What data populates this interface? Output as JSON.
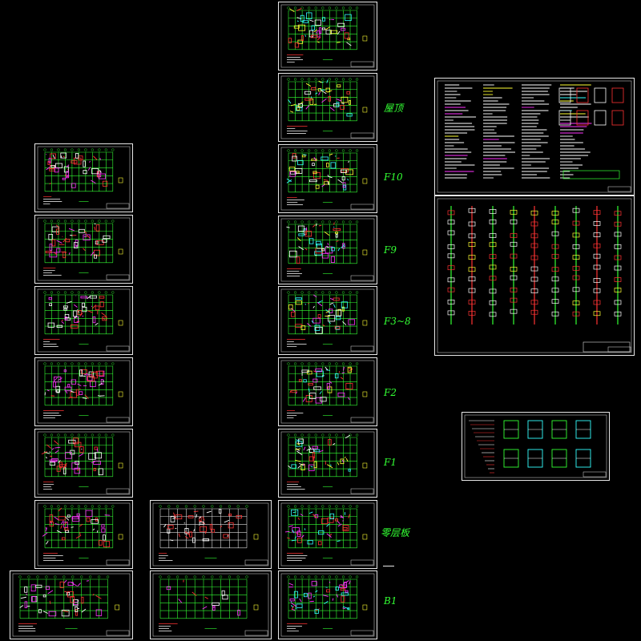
{
  "colors": {
    "background": "#000000",
    "frame": "#e8e8e8",
    "grid": "#33ff33",
    "wall": "#ff33ff",
    "beam": "#ff3333",
    "text": "#ffffff",
    "accent_yellow": "#ffff33",
    "accent_cyan": "#33ffff",
    "label": "#33ff33"
  },
  "floor_labels": {
    "roof": "屋顶",
    "f10": "F10",
    "f9": "F9",
    "f3_8": "F3~8",
    "f2": "F2",
    "f1": "F1",
    "ground_slab": "零层板",
    "b1": "B1"
  },
  "sheets": {
    "col1": [
      {
        "id": "c1-1"
      },
      {
        "id": "c1-2"
      },
      {
        "id": "c1-3"
      },
      {
        "id": "c1-4"
      },
      {
        "id": "c1-5"
      },
      {
        "id": "c1-6"
      },
      {
        "id": "c1-7"
      }
    ],
    "col2": [
      {
        "id": "c2-1"
      },
      {
        "id": "c2-2"
      }
    ],
    "col3": [
      {
        "id": "c3-0"
      },
      {
        "id": "c3-roof"
      },
      {
        "id": "c3-f10"
      },
      {
        "id": "c3-f9"
      },
      {
        "id": "c3-f38"
      },
      {
        "id": "c3-f2"
      },
      {
        "id": "c3-f1"
      },
      {
        "id": "c3-ground"
      },
      {
        "id": "c3-b1"
      }
    ],
    "detail": [
      {
        "id": "notes"
      },
      {
        "id": "column-details"
      },
      {
        "id": "stair-details"
      }
    ]
  }
}
